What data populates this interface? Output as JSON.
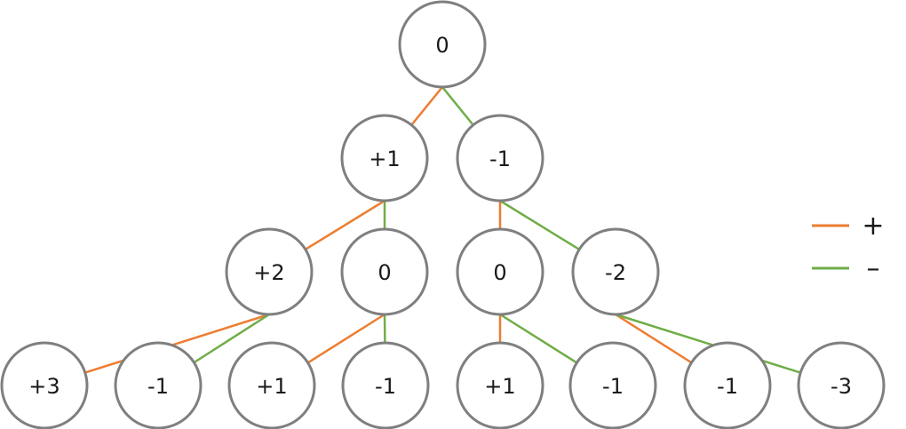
{
  "colors": {
    "plus": "#ed7d31",
    "minus": "#70ad47",
    "node_stroke": "#7f7f7f",
    "node_fill": "#ffffff",
    "text": "#1a1a1a"
  },
  "nodes": [
    {
      "id": "n0",
      "label": "0",
      "level": 0
    },
    {
      "id": "n1",
      "label": "+1",
      "level": 1,
      "parent": "n0",
      "edge": "plus"
    },
    {
      "id": "n2",
      "label": "-1",
      "level": 1,
      "parent": "n0",
      "edge": "minus"
    },
    {
      "id": "n3",
      "label": "+2",
      "level": 2,
      "parent": "n1",
      "edge": "plus"
    },
    {
      "id": "n4",
      "label": "0",
      "level": 2,
      "parent": "n1",
      "edge": "minus"
    },
    {
      "id": "n5",
      "label": "0",
      "level": 2,
      "parent": "n2",
      "edge": "plus"
    },
    {
      "id": "n6",
      "label": "-2",
      "level": 2,
      "parent": "n2",
      "edge": "minus"
    },
    {
      "id": "n7",
      "label": "+3",
      "level": 3,
      "parent": "n3",
      "edge": "plus"
    },
    {
      "id": "n8",
      "label": "-1",
      "level": 3,
      "parent": "n3",
      "edge": "minus"
    },
    {
      "id": "n9",
      "label": "+1",
      "level": 3,
      "parent": "n4",
      "edge": "plus"
    },
    {
      "id": "n10",
      "label": "-1",
      "level": 3,
      "parent": "n4",
      "edge": "minus"
    },
    {
      "id": "n11",
      "label": "+1",
      "level": 3,
      "parent": "n5",
      "edge": "plus"
    },
    {
      "id": "n12",
      "label": "-1",
      "level": 3,
      "parent": "n5",
      "edge": "minus"
    },
    {
      "id": "n13",
      "label": "-1",
      "level": 3,
      "parent": "n6",
      "edge": "plus"
    },
    {
      "id": "n14",
      "label": "-3",
      "level": 3,
      "parent": "n6",
      "edge": "minus"
    }
  ],
  "legend": [
    {
      "key": "plus",
      "label": "+"
    },
    {
      "key": "minus",
      "label": "–"
    }
  ]
}
